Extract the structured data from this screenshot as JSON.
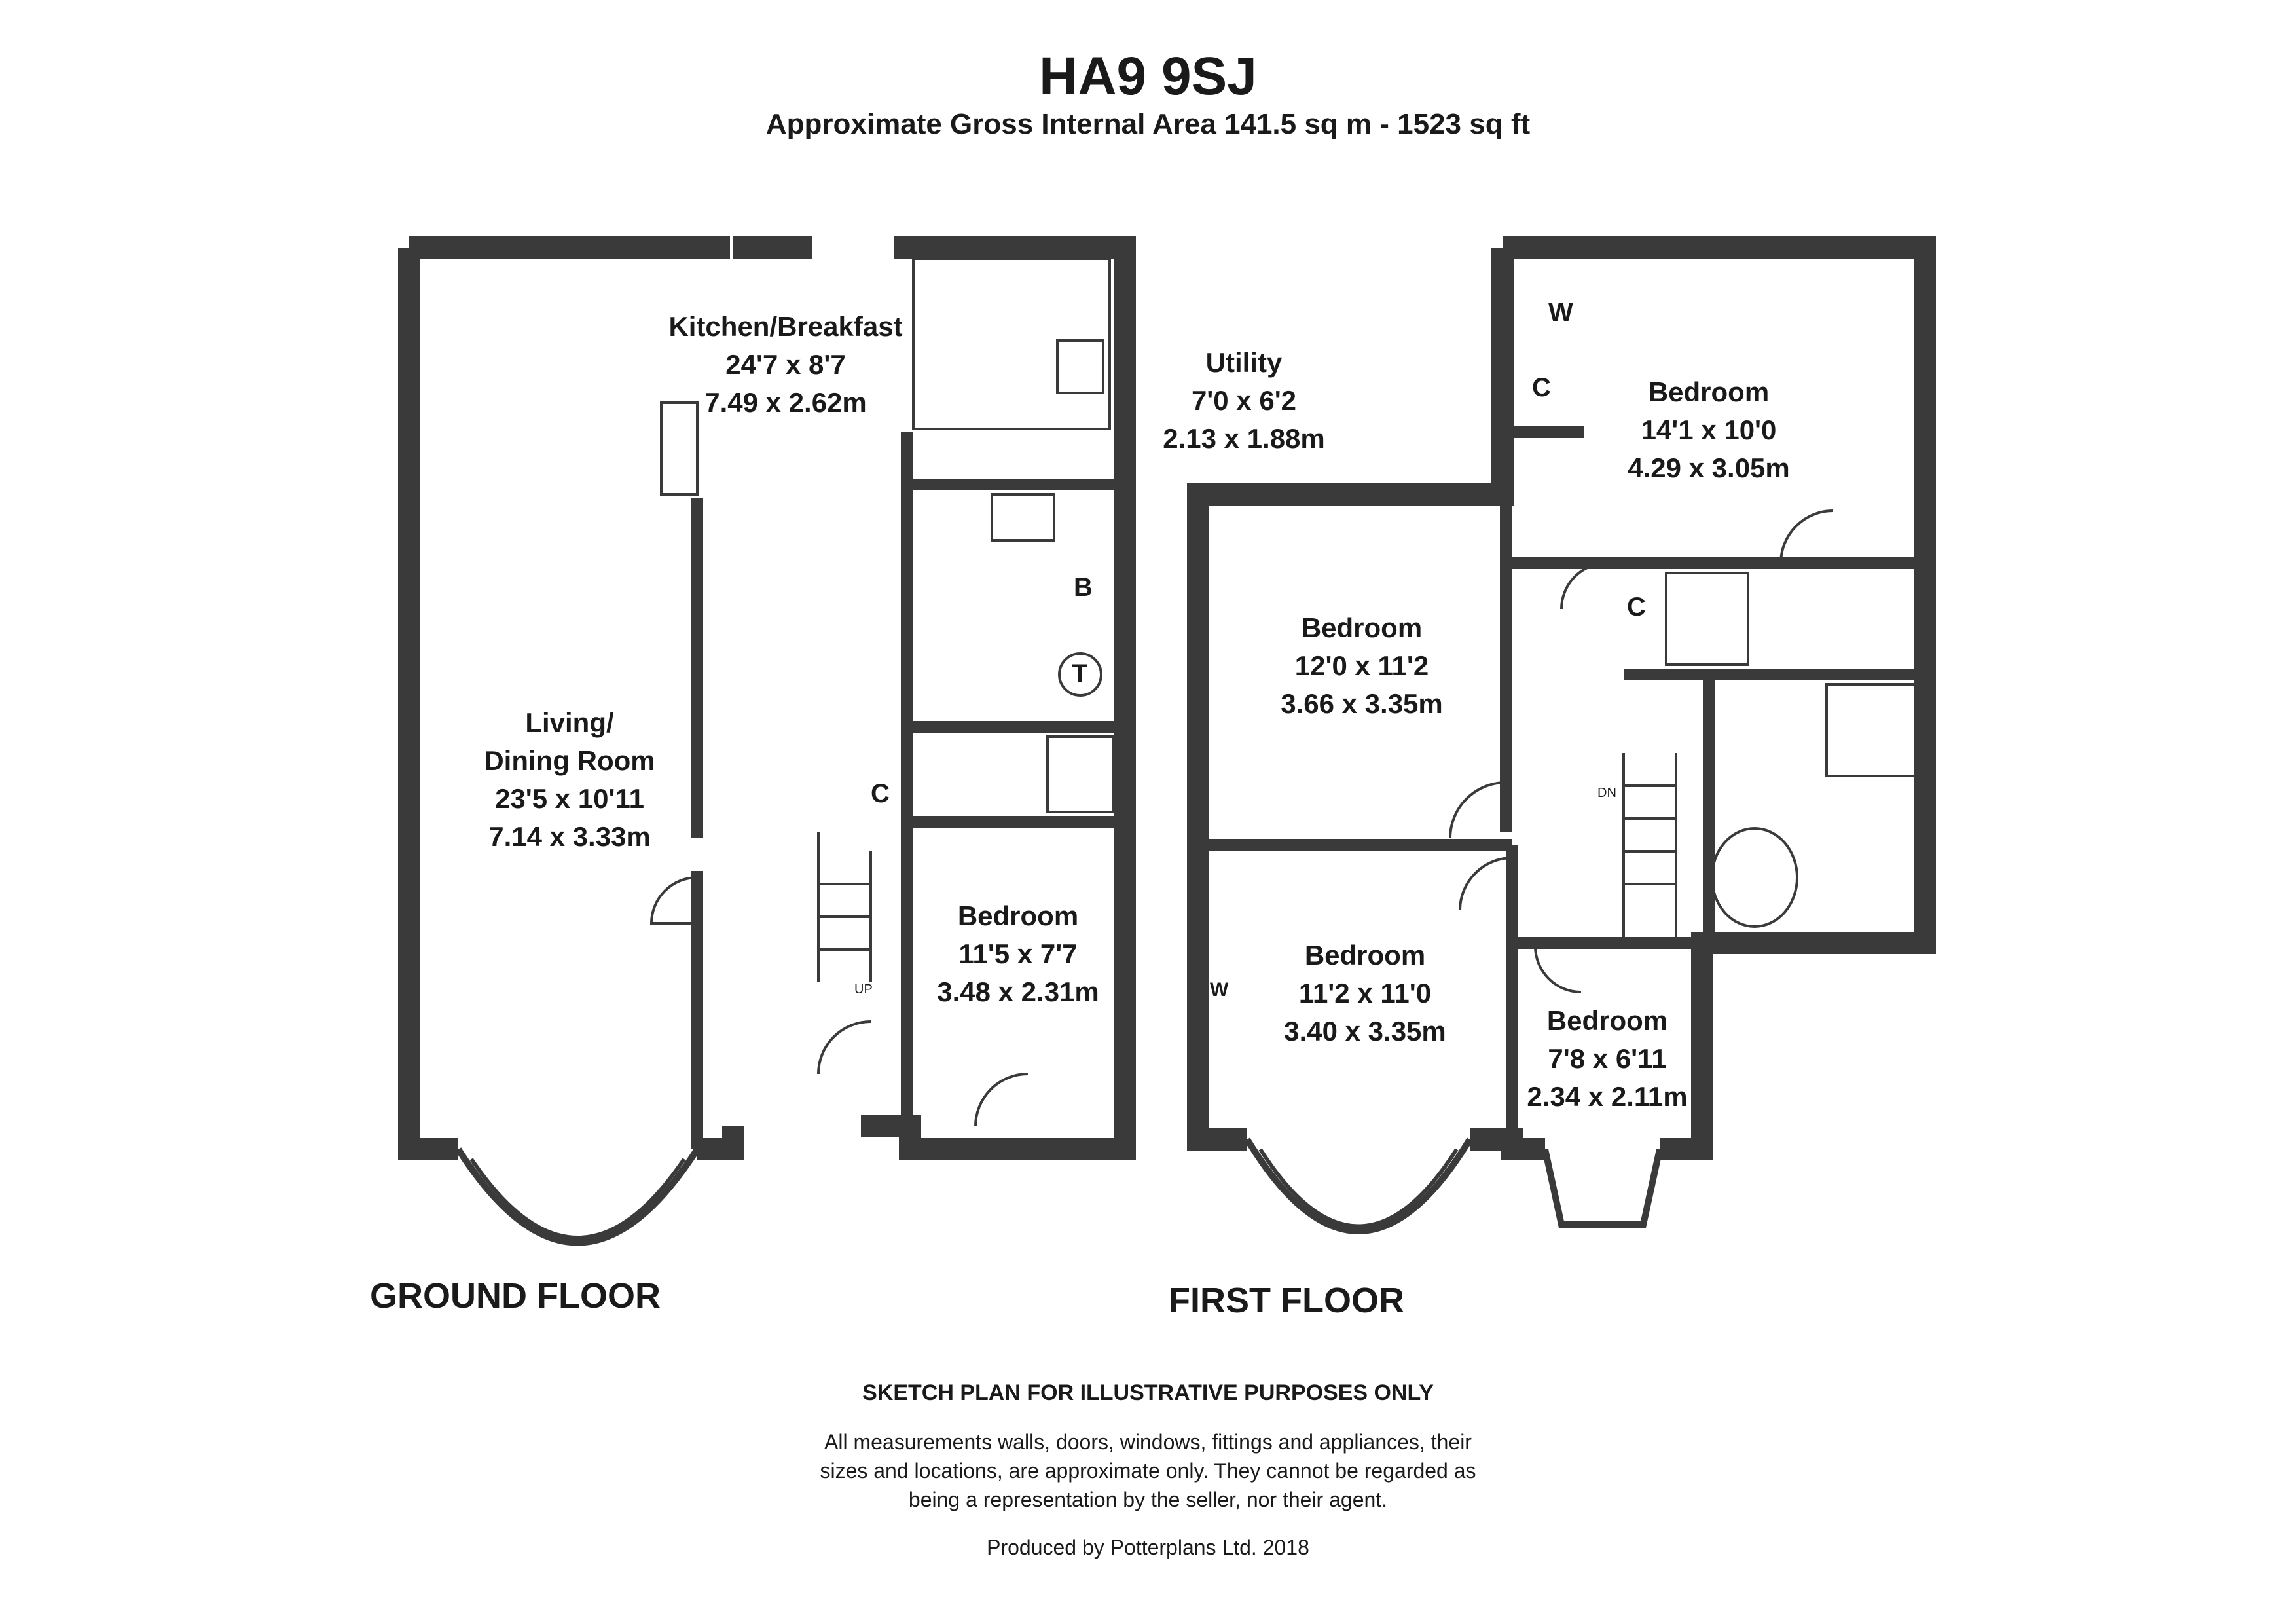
{
  "header": {
    "title": "HA9 9SJ",
    "area": "Approximate Gross Internal Area  141.5 sq m - 1523 sq ft"
  },
  "floors": {
    "ground_label": "GROUND FLOOR",
    "first_label": "FIRST FLOOR"
  },
  "rooms": {
    "kitchen": {
      "name": "Kitchen/Breakfast",
      "imperial": "24'7 x 8'7",
      "metric": "7.49 x 2.62m"
    },
    "utility": {
      "name": "Utility",
      "imperial": "7'0 x 6'2",
      "metric": "2.13 x 1.88m"
    },
    "living": {
      "name1": "Living/",
      "name2": "Dining Room",
      "imperial": "23'5 x 10'11",
      "metric": "7.14 x 3.33m"
    },
    "ground_bedroom": {
      "name": "Bedroom",
      "imperial": "11'5 x 7'7",
      "metric": "3.48 x 2.31m"
    },
    "bed_back_right": {
      "name": "Bedroom",
      "imperial": "14'1 x 10'0",
      "metric": "4.29 x 3.05m"
    },
    "bed_back_left": {
      "name": "Bedroom",
      "imperial": "12'0 x 11'2",
      "metric": "3.66 x 3.35m"
    },
    "bed_front_left": {
      "name": "Bedroom",
      "imperial": "11'2 x 11'0",
      "metric": "3.40 x 3.35m"
    },
    "bed_front_small": {
      "name": "Bedroom",
      "imperial": "7'8 x 6'11",
      "metric": "2.34 x 2.11m"
    }
  },
  "fixtures": {
    "boiler": "B",
    "tank": "T",
    "cupboard": "C",
    "wardrobe": "W",
    "stairs_up": "UP",
    "stairs_down": "DN"
  },
  "disclaimer": {
    "heading": "SKETCH PLAN FOR ILLUSTRATIVE PURPOSES ONLY",
    "line1": "All measurements walls, doors, windows, fittings and appliances, their",
    "line2": "sizes and locations, are approximate only. They cannot be regarded as",
    "line3": "being a representation by the seller, nor their agent.",
    "credit": "Produced by Potterplans Ltd. 2018"
  },
  "colors": {
    "wall": "#3a3a3a",
    "ink": "#1a1a1a"
  }
}
